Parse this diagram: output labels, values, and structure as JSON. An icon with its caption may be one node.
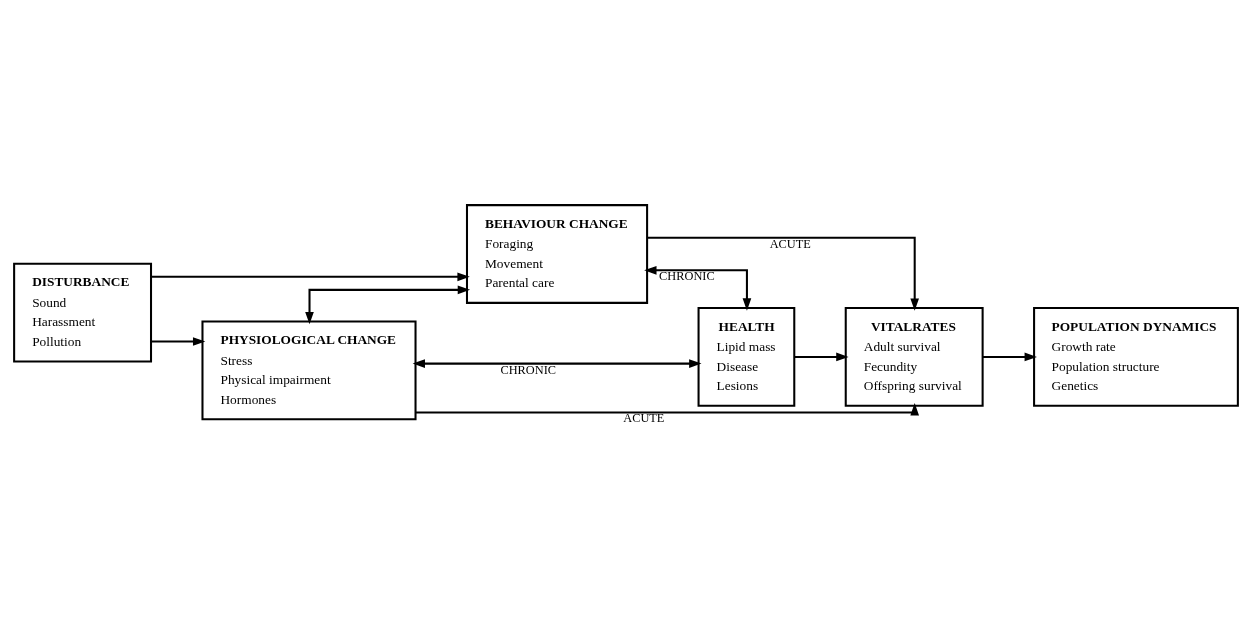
{
  "diagram": {
    "nodes": [
      {
        "text": [
          "DISTURBANCE",
          "Sound",
          "Harassment",
          "Pollution"
        ]
      },
      {
        "text": [
          "PHYSIOLOGICAL CHANGE",
          "Stress",
          "Physical impairment",
          "Hormones"
        ]
      },
      {
        "text": [
          "BEHAVIOUR CHANGE",
          "Foraging",
          "Movement",
          "Parental care"
        ]
      },
      {
        "text": [
          "HEALTH",
          "Lipid mass",
          "Disease",
          "Lesions"
        ]
      },
      {
        "text": [
          "VITALRATES",
          "Adult survival",
          "Fecundity",
          "Offspring survival"
        ]
      },
      {
        "text": [
          "POPULATION DYNAMICS",
          "Growth rate",
          "Population structure",
          "Genetics"
        ]
      }
    ],
    "edges": [
      {
        "from": 0,
        "to": 1,
        "arrow": "to"
      },
      {
        "from": 0,
        "to": 2,
        "arrow": "to"
      },
      {
        "from": 1,
        "to": 2,
        "arrow": "both"
      },
      {
        "from": 1,
        "to": 3,
        "arrow": "both",
        "label": "CHRONIC"
      },
      {
        "from": 2,
        "to": 3,
        "arrow": "both",
        "label": "CHRONIC"
      },
      {
        "from": 1,
        "to": 4,
        "arrow": "to",
        "label": "ACUTE"
      },
      {
        "from": 2,
        "to": 4,
        "arrow": "to",
        "label": "ACUTE"
      },
      {
        "from": 3,
        "to": 4,
        "arrow": "to"
      },
      {
        "from": 4,
        "to": 5,
        "arrow": "to"
      }
    ]
  }
}
